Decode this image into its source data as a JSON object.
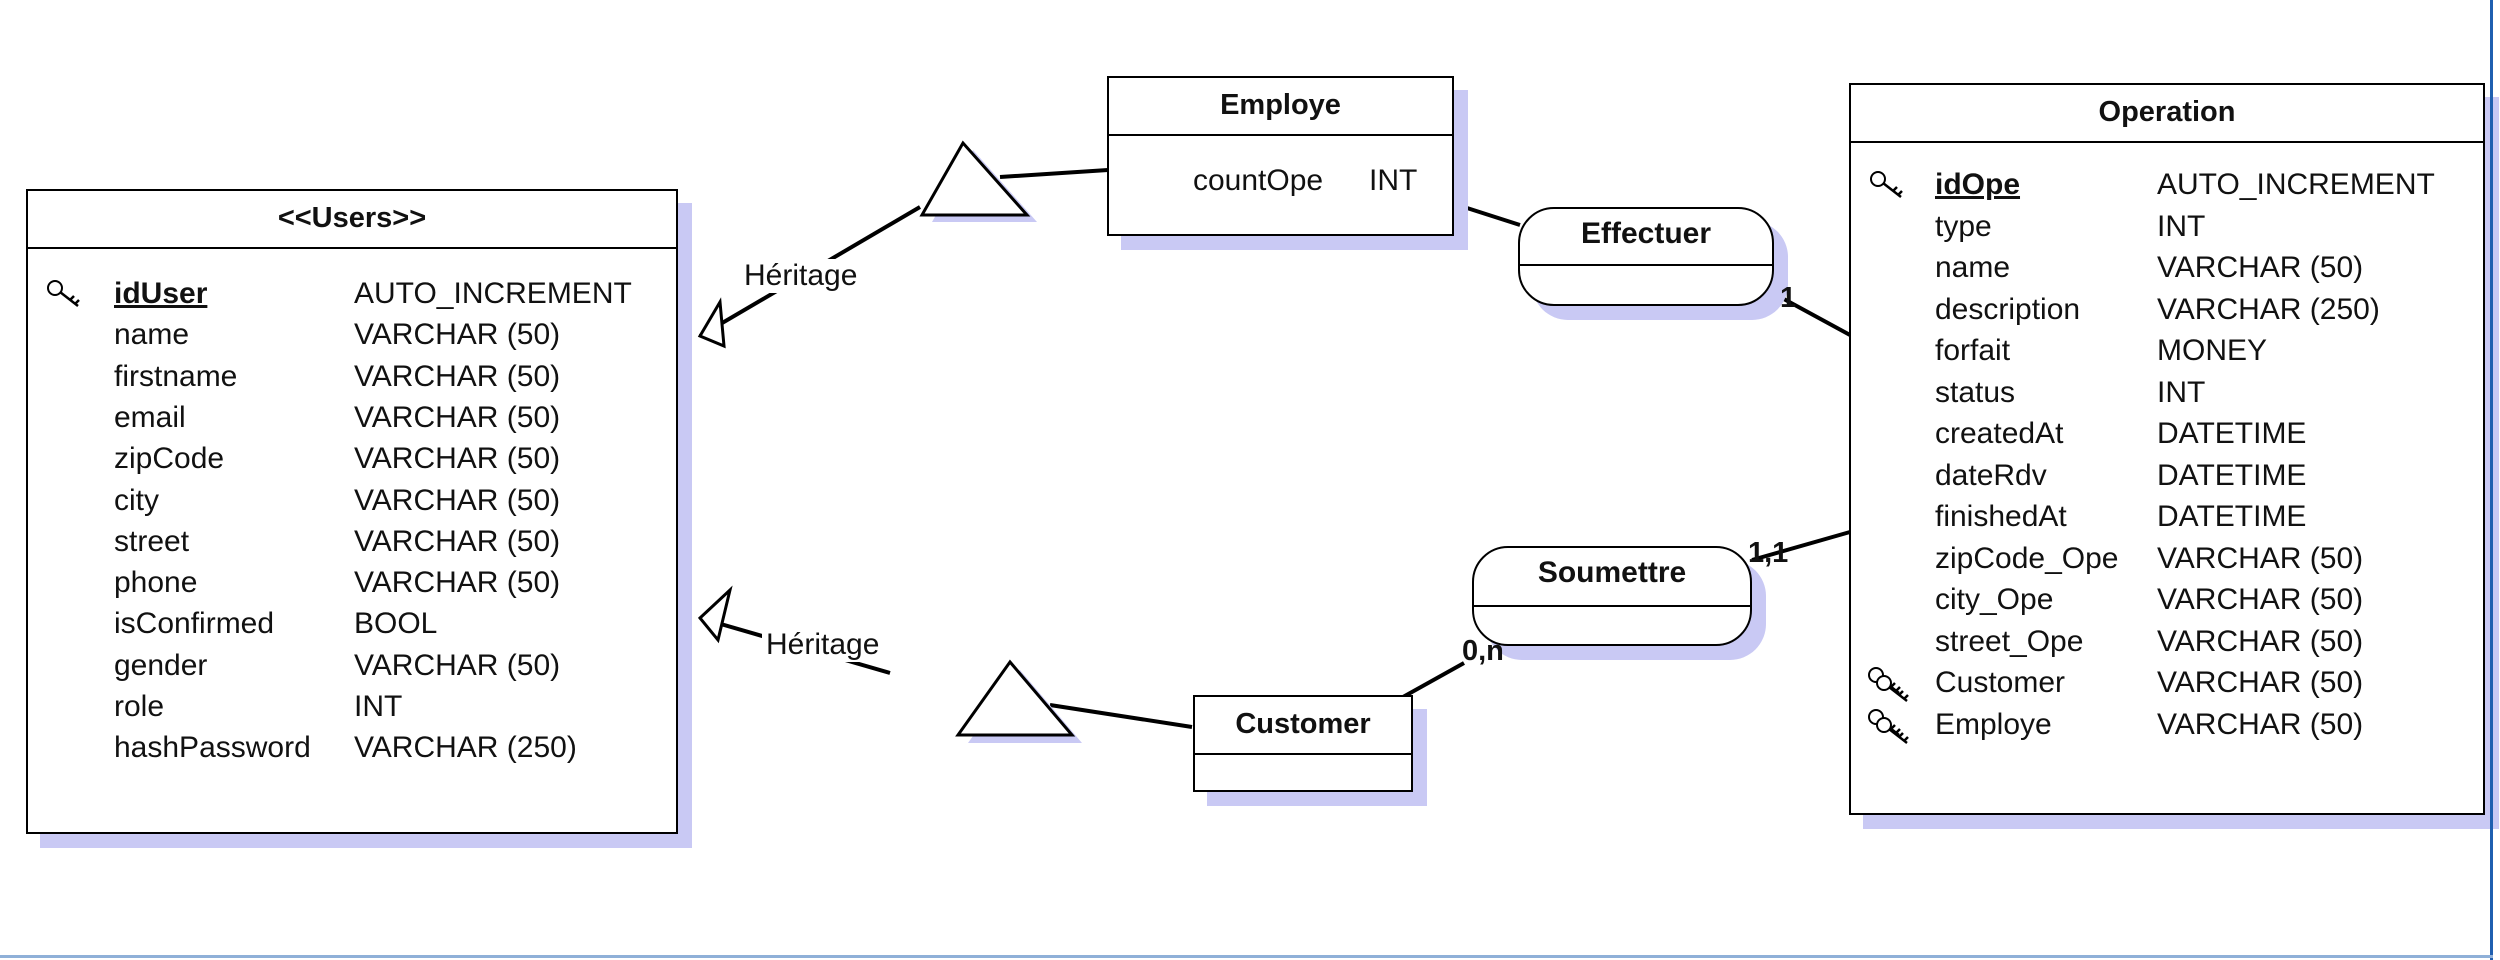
{
  "entities": {
    "users": {
      "title": "<<Users>>",
      "attributes": [
        {
          "name": "idUser",
          "type": "AUTO_INCREMENT",
          "pk": true,
          "icon": "primary-key-icon"
        },
        {
          "name": "name",
          "type": "VARCHAR (50)"
        },
        {
          "name": "firstname",
          "type": "VARCHAR (50)"
        },
        {
          "name": "email",
          "type": "VARCHAR (50)"
        },
        {
          "name": "zipCode",
          "type": "VARCHAR (50)"
        },
        {
          "name": "city",
          "type": "VARCHAR (50)"
        },
        {
          "name": "street",
          "type": "VARCHAR (50)"
        },
        {
          "name": "phone",
          "type": "VARCHAR (50)"
        },
        {
          "name": "isConfirmed",
          "type": "BOOL"
        },
        {
          "name": "gender",
          "type": "VARCHAR (50)"
        },
        {
          "name": "role",
          "type": "INT"
        },
        {
          "name": "hashPassword",
          "type": "VARCHAR (250)"
        }
      ]
    },
    "employe": {
      "title": "Employe",
      "attributes": [
        {
          "name": "countOpe",
          "type": "INT"
        }
      ]
    },
    "customer": {
      "title": "Customer",
      "attributes": []
    },
    "operation": {
      "title": "Operation",
      "attributes": [
        {
          "name": "idOpe",
          "type": "AUTO_INCREMENT",
          "pk": true,
          "icon": "primary-key-icon"
        },
        {
          "name": "type",
          "type": "INT"
        },
        {
          "name": "name",
          "type": "VARCHAR (50)"
        },
        {
          "name": "description",
          "type": "VARCHAR (250)"
        },
        {
          "name": "forfait",
          "type": "MONEY"
        },
        {
          "name": "status",
          "type": "INT"
        },
        {
          "name": "createdAt",
          "type": "DATETIME"
        },
        {
          "name": "dateRdv",
          "type": "DATETIME"
        },
        {
          "name": "finishedAt",
          "type": "DATETIME"
        },
        {
          "name": "zipCode_Ope",
          "type": "VARCHAR (50)"
        },
        {
          "name": "city_Ope",
          "type": "VARCHAR (50)"
        },
        {
          "name": "street_Ope",
          "type": "VARCHAR (50)"
        },
        {
          "name": "Customer",
          "type": "VARCHAR (50)",
          "icon": "foreign-key-icon"
        },
        {
          "name": "Employe",
          "type": "VARCHAR (50)",
          "icon": "foreign-key-icon"
        }
      ]
    }
  },
  "associations": {
    "effectuer": "Effectuer",
    "soumettre": "Soumettre"
  },
  "labels": {
    "heritage_top": "Héritage",
    "heritage_bottom": "Héritage"
  },
  "cardinalities": {
    "effectuer_operation": "1",
    "soumettre_operation": "1,1",
    "soumettre_customer": "0,n"
  },
  "colors": {
    "shadow": "#c9c9f4",
    "line": "#000000",
    "frame": "#1f5fb0"
  }
}
